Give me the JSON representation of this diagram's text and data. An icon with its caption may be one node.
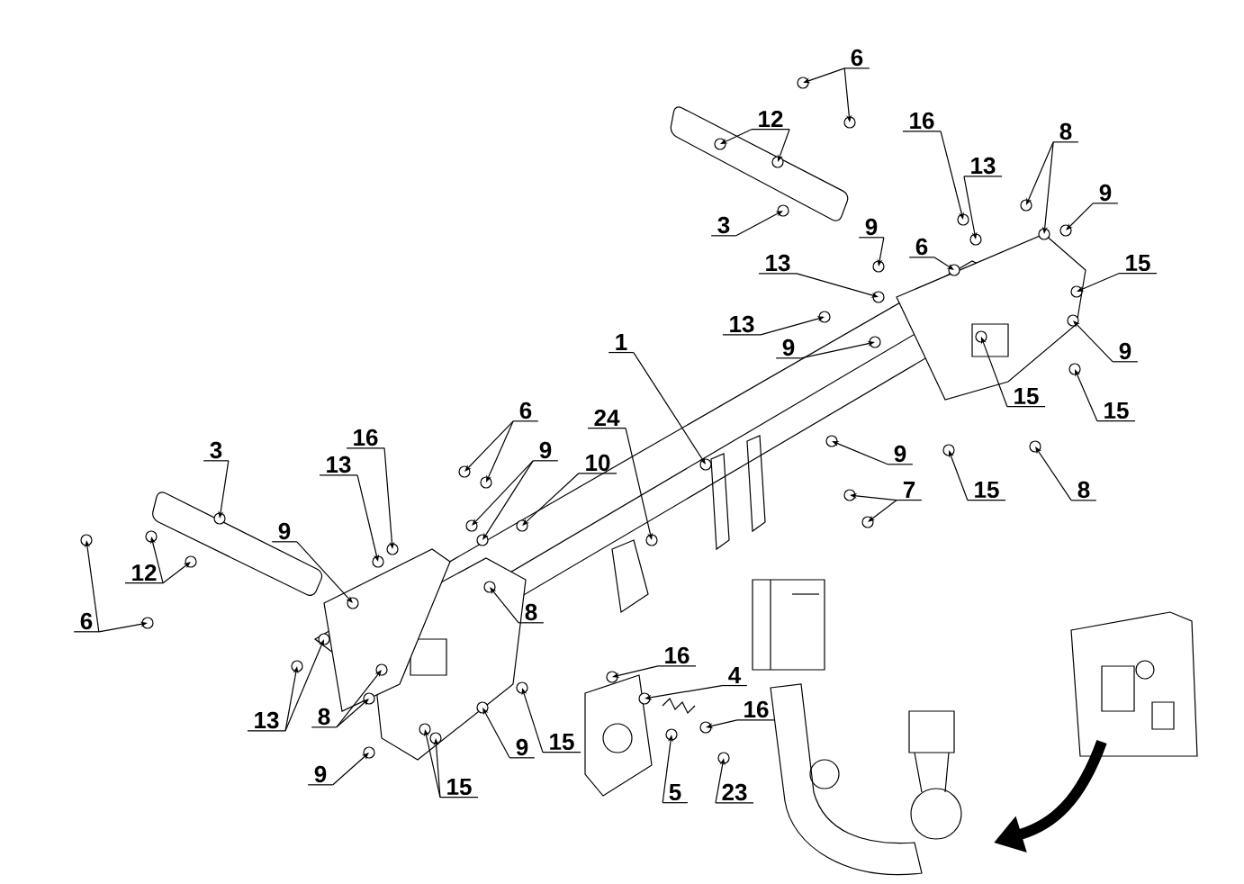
{
  "diagram": {
    "nodes": [
      {
        "text": [
          "6"
        ]
      },
      {
        "text": [
          "12"
        ]
      },
      {
        "text": [
          "3"
        ]
      },
      {
        "text": [
          "16"
        ]
      },
      {
        "text": [
          "13"
        ]
      },
      {
        "text": [
          "8"
        ]
      },
      {
        "text": [
          "9"
        ]
      },
      {
        "text": [
          "9"
        ]
      },
      {
        "text": [
          "6"
        ]
      },
      {
        "text": [
          "13"
        ]
      },
      {
        "text": [
          "15"
        ]
      },
      {
        "text": [
          "13"
        ]
      },
      {
        "text": [
          "9"
        ]
      },
      {
        "text": [
          "9"
        ]
      },
      {
        "text": [
          "15"
        ]
      },
      {
        "text": [
          "15"
        ]
      },
      {
        "text": [
          "1"
        ]
      },
      {
        "text": [
          "24"
        ]
      },
      {
        "text": [
          "6"
        ]
      },
      {
        "text": [
          "9"
        ]
      },
      {
        "text": [
          "10"
        ]
      },
      {
        "text": [
          "16"
        ]
      },
      {
        "text": [
          "13"
        ]
      },
      {
        "text": [
          "3"
        ]
      },
      {
        "text": [
          "9"
        ]
      },
      {
        "text": [
          "12"
        ]
      },
      {
        "text": [
          "6"
        ]
      },
      {
        "text": [
          "8"
        ]
      },
      {
        "text": [
          "13"
        ]
      },
      {
        "text": [
          "8"
        ]
      },
      {
        "text": [
          "9"
        ]
      },
      {
        "text": [
          "15"
        ]
      },
      {
        "text": [
          "9"
        ]
      },
      {
        "text": [
          "15"
        ]
      },
      {
        "text": [
          "16"
        ]
      },
      {
        "text": [
          "4"
        ]
      },
      {
        "text": [
          "16"
        ]
      },
      {
        "text": [
          "5"
        ]
      },
      {
        "text": [
          "23"
        ]
      },
      {
        "text": [
          "9"
        ]
      },
      {
        "text": [
          "7"
        ]
      },
      {
        "text": [
          "15"
        ]
      },
      {
        "text": [
          "8"
        ]
      }
    ],
    "edges": [
      {
        "from": 0,
        "to": null,
        "arrow": "to"
      },
      {
        "from": 0,
        "to": null,
        "arrow": "to"
      },
      {
        "from": 1,
        "to": null,
        "arrow": "to"
      },
      {
        "from": 1,
        "to": null,
        "arrow": "to"
      },
      {
        "from": 2,
        "to": null,
        "arrow": "to"
      },
      {
        "from": 3,
        "to": null,
        "arrow": "to"
      },
      {
        "from": 4,
        "to": null,
        "arrow": "to"
      },
      {
        "from": 5,
        "to": null,
        "arrow": "to"
      },
      {
        "from": 5,
        "to": null,
        "arrow": "to"
      },
      {
        "from": 6,
        "to": null,
        "arrow": "to"
      },
      {
        "from": 7,
        "to": null,
        "arrow": "to"
      },
      {
        "from": 8,
        "to": null,
        "arrow": "to"
      },
      {
        "from": 9,
        "to": null,
        "arrow": "to"
      },
      {
        "from": 10,
        "to": null,
        "arrow": "to"
      },
      {
        "from": 11,
        "to": null,
        "arrow": "to"
      },
      {
        "from": 12,
        "to": null,
        "arrow": "to"
      },
      {
        "from": 13,
        "to": null,
        "arrow": "to"
      },
      {
        "from": 14,
        "to": null,
        "arrow": "to"
      },
      {
        "from": 15,
        "to": null,
        "arrow": "to"
      },
      {
        "from": 16,
        "to": null,
        "arrow": "to"
      },
      {
        "from": 17,
        "to": null,
        "arrow": "to"
      },
      {
        "from": 18,
        "to": null,
        "arrow": "to"
      },
      {
        "from": 18,
        "to": null,
        "arrow": "to"
      },
      {
        "from": 19,
        "to": null,
        "arrow": "to"
      },
      {
        "from": 19,
        "to": null,
        "arrow": "to"
      },
      {
        "from": 20,
        "to": null,
        "arrow": "to"
      },
      {
        "from": 21,
        "to": null,
        "arrow": "to"
      },
      {
        "from": 22,
        "to": null,
        "arrow": "to"
      },
      {
        "from": 23,
        "to": null,
        "arrow": "to"
      },
      {
        "from": 24,
        "to": null,
        "arrow": "to"
      },
      {
        "from": 25,
        "to": null,
        "arrow": "to"
      },
      {
        "from": 25,
        "to": null,
        "arrow": "to"
      },
      {
        "from": 26,
        "to": null,
        "arrow": "to"
      },
      {
        "from": 26,
        "to": null,
        "arrow": "to"
      },
      {
        "from": 27,
        "to": null,
        "arrow": "to"
      },
      {
        "from": 28,
        "to": null,
        "arrow": "to"
      },
      {
        "from": 28,
        "to": null,
        "arrow": "to"
      },
      {
        "from": 29,
        "to": null,
        "arrow": "to"
      },
      {
        "from": 29,
        "to": null,
        "arrow": "to"
      },
      {
        "from": 30,
        "to": null,
        "arrow": "to"
      },
      {
        "from": 31,
        "to": null,
        "arrow": "to"
      },
      {
        "from": 31,
        "to": null,
        "arrow": "to"
      },
      {
        "from": 32,
        "to": null,
        "arrow": "to"
      },
      {
        "from": 33,
        "to": null,
        "arrow": "to"
      },
      {
        "from": 34,
        "to": null,
        "arrow": "to"
      },
      {
        "from": 35,
        "to": null,
        "arrow": "to"
      },
      {
        "from": 36,
        "to": null,
        "arrow": "to"
      },
      {
        "from": 37,
        "to": null,
        "arrow": "to"
      },
      {
        "from": 38,
        "to": null,
        "arrow": "to"
      },
      {
        "from": 39,
        "to": null,
        "arrow": "to"
      },
      {
        "from": 40,
        "to": null,
        "arrow": "to"
      },
      {
        "from": 40,
        "to": null,
        "arrow": "to"
      },
      {
        "from": 41,
        "to": null,
        "arrow": "to"
      },
      {
        "from": 42,
        "to": null,
        "arrow": "to"
      }
    ]
  }
}
